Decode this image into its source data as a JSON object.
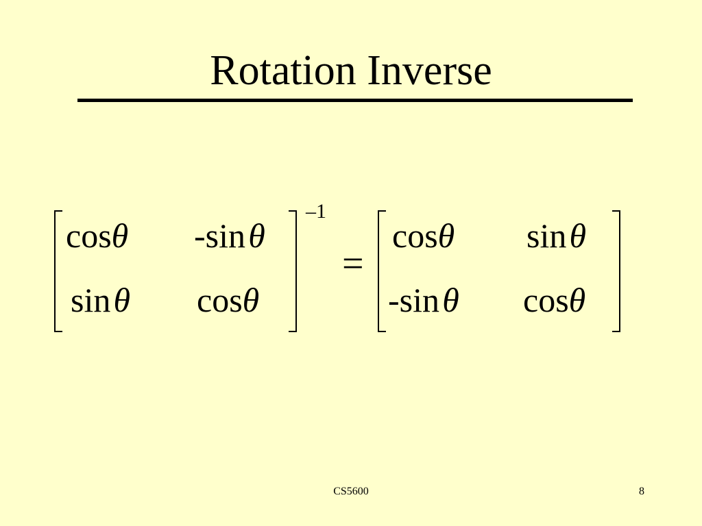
{
  "slide": {
    "title": "Rotation Inverse",
    "background_color": "#ffffcc",
    "footer_center": "CS5600",
    "page_number": "8"
  },
  "equation": {
    "left_matrix": [
      [
        {
          "fn": "cos",
          "var": "θ"
        },
        {
          "fn": "-sin",
          "var": "θ"
        }
      ],
      [
        {
          "fn": "sin",
          "var": "θ"
        },
        {
          "fn": "cos",
          "var": "θ"
        }
      ]
    ],
    "exponent": "–1",
    "equals": "=",
    "right_matrix": [
      [
        {
          "fn": "cos",
          "var": "θ"
        },
        {
          "fn": "sin",
          "var": "θ"
        }
      ],
      [
        {
          "fn": "-sin",
          "var": "θ"
        },
        {
          "fn": "cos",
          "var": "θ"
        }
      ]
    ]
  }
}
